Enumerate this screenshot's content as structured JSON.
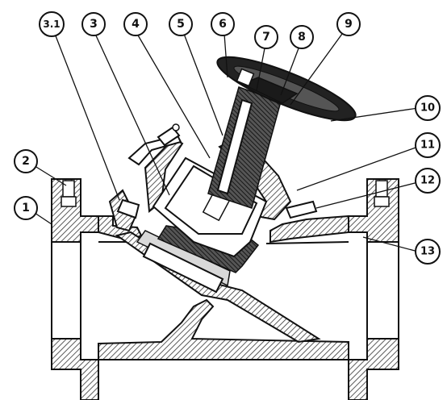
{
  "callouts": [
    {
      "id": "c1",
      "label": "1"
    },
    {
      "id": "c2",
      "label": "2"
    },
    {
      "id": "c31",
      "label": "3.1"
    },
    {
      "id": "c3",
      "label": "3"
    },
    {
      "id": "c4",
      "label": "4"
    },
    {
      "id": "c5",
      "label": "5"
    },
    {
      "id": "c6",
      "label": "6"
    },
    {
      "id": "c7",
      "label": "7"
    },
    {
      "id": "c8",
      "label": "8"
    },
    {
      "id": "c9",
      "label": "9"
    },
    {
      "id": "c10",
      "label": "10"
    },
    {
      "id": "c11",
      "label": "11"
    },
    {
      "id": "c12",
      "label": "12"
    },
    {
      "id": "c13",
      "label": "13"
    }
  ]
}
